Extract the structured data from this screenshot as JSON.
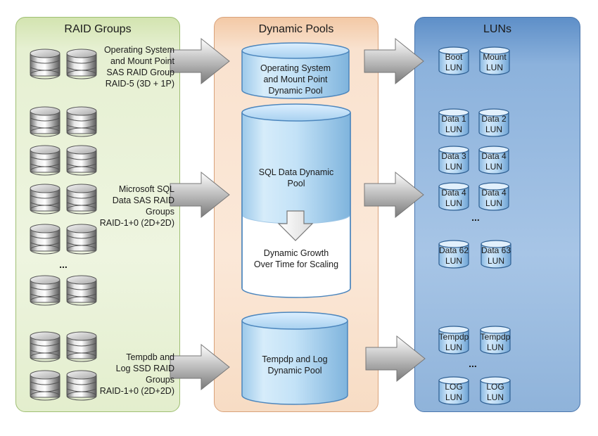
{
  "raid_groups": {
    "title": "RAID Groups",
    "groups": [
      {
        "lines": [
          "Operating System",
          "and Mount Point",
          "SAS RAID Group",
          "RAID-5 (3D + 1P)"
        ]
      },
      {
        "lines": [
          "Microsoft SQL",
          "Data SAS RAID",
          "Groups",
          "RAID-1+0 (2D+2D)"
        ]
      },
      {
        "lines": [
          "Tempdb and",
          "Log SSD RAID",
          "Groups",
          "RAID-1+0 (2D+2D)"
        ]
      }
    ],
    "ellipsis": "..."
  },
  "dynamic_pools": {
    "title": "Dynamic Pools",
    "pools": [
      {
        "lines": [
          "Operating System",
          "and Mount Point",
          "Dynamic Pool"
        ]
      },
      {
        "lines": [
          "SQL Data Dynamic",
          "Pool"
        ]
      },
      {
        "lines": [
          "Tempdp and Log",
          "Dynamic Pool"
        ]
      }
    ],
    "growth": {
      "lines": [
        "Dynamic Growth",
        "Over Time for Scaling"
      ]
    }
  },
  "luns": {
    "title": "LUNs",
    "items": [
      {
        "line1": "Boot",
        "line2": "LUN"
      },
      {
        "line1": "Mount",
        "line2": "LUN"
      },
      {
        "line1": "Data 1",
        "line2": "LUN"
      },
      {
        "line1": "Data 2",
        "line2": "LUN"
      },
      {
        "line1": "Data 3",
        "line2": "LUN"
      },
      {
        "line1": "Data 4",
        "line2": "LUN"
      },
      {
        "line1": "Data 4",
        "line2": "LUN"
      },
      {
        "line1": "Data 4",
        "line2": "LUN"
      },
      {
        "line1": "Data 62",
        "line2": "LUN"
      },
      {
        "line1": "Data 63",
        "line2": "LUN"
      },
      {
        "line1": "Tempdp",
        "line2": "LUN"
      },
      {
        "line1": "Tempdp",
        "line2": "LUN"
      },
      {
        "line1": "LOG",
        "line2": "LUN"
      },
      {
        "line1": "LOG",
        "line2": "LUN"
      }
    ],
    "ellipsis": "..."
  }
}
